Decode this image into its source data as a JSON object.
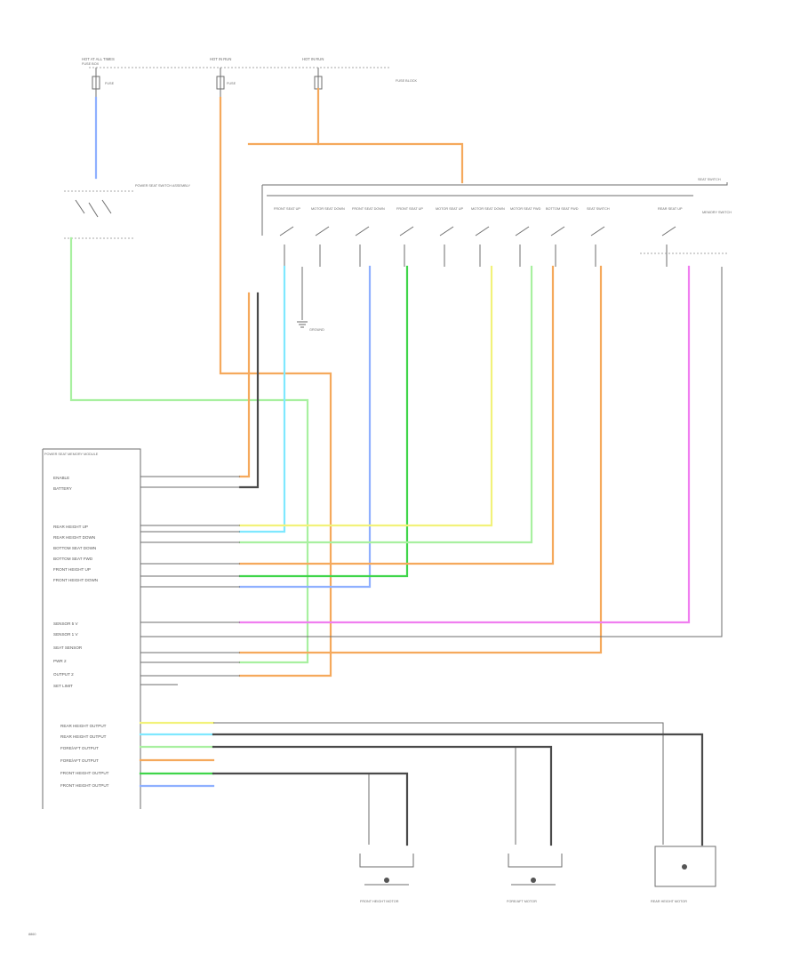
{
  "power": {
    "hot_at_all_times": "HOT AT ALL TIMES",
    "fuse_box_a": "FUSE BOX",
    "hot_in_run_1": "HOT IN RUN",
    "fuse_1": "FUSE",
    "hot_in_run_2": "HOT IN RUN",
    "fuse_2": "FUSE",
    "fuse_block": "FUSE BLOCK"
  },
  "switch_panel": {
    "title": "SEAT SWITCH",
    "switches": [
      "FRONT SEAT UP",
      "MOTOR SEAT DOWN",
      "FRONT SEAT DOWN",
      "FRONT SEAT UP",
      "MOTOR SEAT UP",
      "MOTOR SEAT DOWN",
      "MOTOR SEAT FWD",
      "BOTTOM SEAT FWD",
      "SEAT SWITCH",
      "REAR SEAT UP"
    ],
    "memory_switch": "MEMORY SWITCH",
    "relay_label": "POWER SEAT SWITCH ASSEMBLY"
  },
  "ground": {
    "label": "GROUND"
  },
  "module": {
    "title": "POWER SEAT MEMORY MODULE",
    "inputs": [
      "ENABLE",
      "BATTERY",
      "REAR HEIGHT UP",
      "REAR HEIGHT DOWN",
      "BOTTOM SEAT DOWN",
      "BOTTOM SEAT FWD",
      "FRONT HEIGHT UP",
      "FRONT HEIGHT DOWN",
      "SENSOR 5 V",
      "SENSOR 1 V",
      "SEAT SENSOR",
      "PWR 2",
      "OUTPUT 2",
      "SET LIMIT"
    ],
    "outputs": [
      "REAR HEIGHT OUTPUT",
      "REAR HEIGHT OUTPUT",
      "FORE/AFT OUTPUT",
      "FORE/AFT OUTPUT",
      "FRONT HEIGHT OUTPUT",
      "FRONT HEIGHT OUTPUT"
    ]
  },
  "motors": {
    "m1": "FRONT HEIGHT MOTOR",
    "m2": "FORE/AFT MOTOR",
    "m3": "REAR HEIGHT MOTOR"
  },
  "wire_colors": {
    "blue": "#8fb0ff",
    "orange": "#f5a95c",
    "green": "#3fd54a",
    "light_green": "#a8f0a0",
    "cyan": "#7fe8ff",
    "yellow": "#f2f27a",
    "magenta": "#f07ef0",
    "dark": "#4a4a4a",
    "navy": "#6b7ff0",
    "gray": "#9a9a9a"
  },
  "footer": {
    "code": "8860"
  }
}
